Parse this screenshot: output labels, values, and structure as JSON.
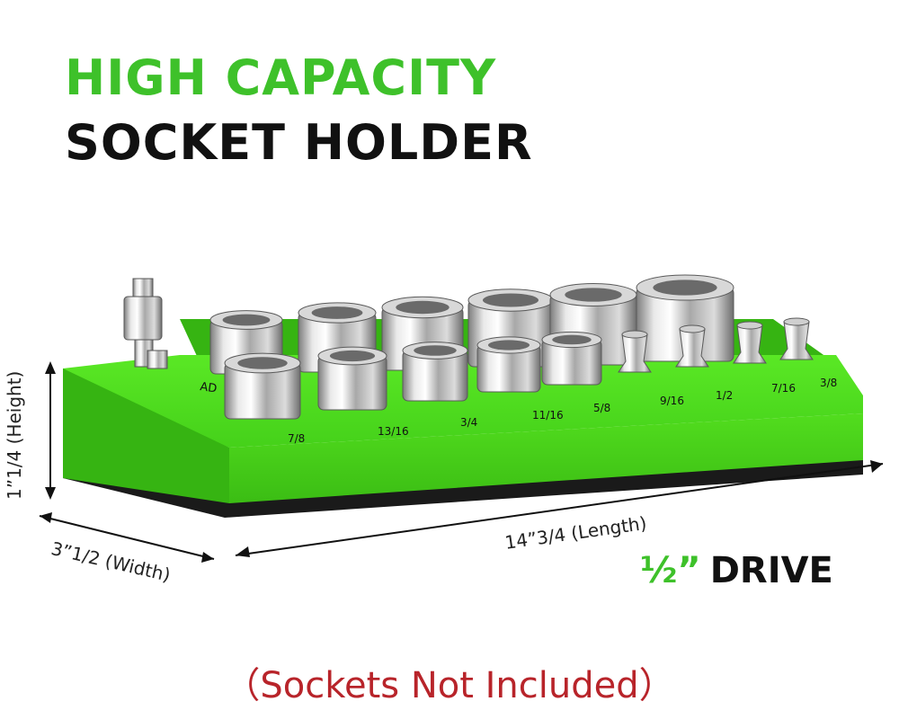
{
  "headline": {
    "line1": "HIGH CAPACITY",
    "line2": "SOCKET HOLDER"
  },
  "dimensions": {
    "length": "14”3/4 (Length)",
    "width": "3”1/2 (Width)",
    "height": "1”1/4 (Height)"
  },
  "drive": {
    "fraction": "½”",
    "label": "DRIVE"
  },
  "disclaimer": "（Sockets Not Included）",
  "holder_labels": {
    "adapter": "AD",
    "front_row": [
      "7/8",
      "13/16",
      "3/4",
      "11/16",
      "5/8",
      "9/16",
      "1/2",
      "7/16",
      "3/8"
    ]
  },
  "colors": {
    "brand_green": "#3ec12a",
    "holder_green": "#4fdd1e",
    "holder_green_dark": "#36b412",
    "base_black": "#1a1a1a",
    "headline_black": "#111111",
    "disclaimer_red": "#b8242a",
    "chrome_light": "#f2f2f2",
    "chrome_dark": "#8a8a8a"
  }
}
